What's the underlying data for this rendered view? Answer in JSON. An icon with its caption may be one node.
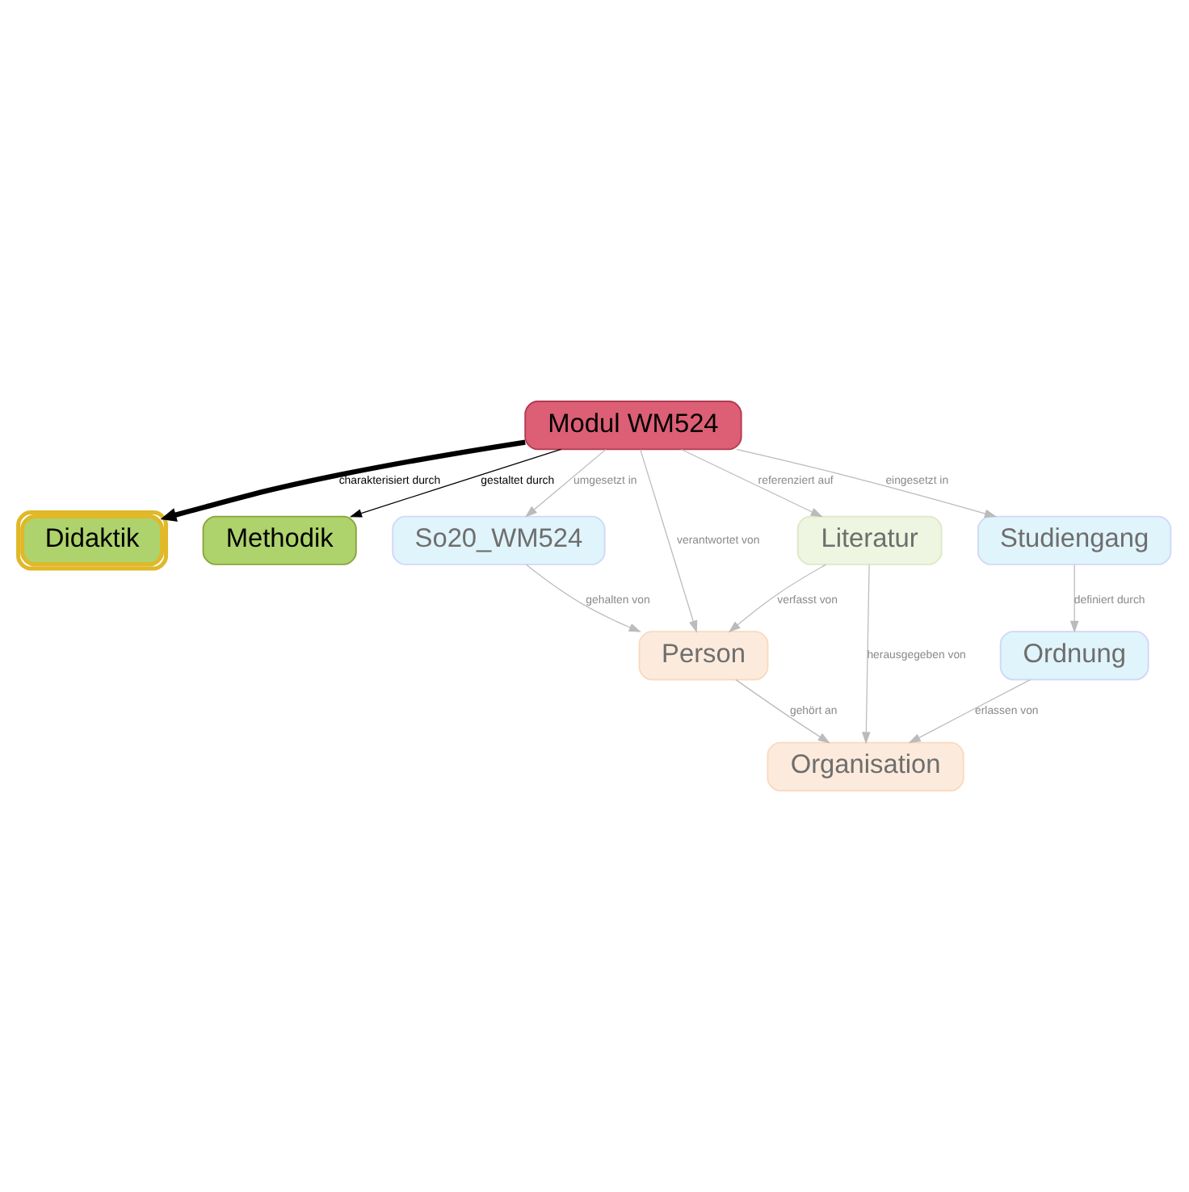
{
  "diagram": {
    "nodes": [
      {
        "text": [
          "Didaktik"
        ]
      },
      {
        "text": [
          "Methodik"
        ]
      },
      {
        "text": [
          "So20_WM524"
        ]
      },
      {
        "text": [
          "Person"
        ]
      },
      {
        "text": [
          "Modul WM524"
        ]
      },
      {
        "text": [
          "Studiengang"
        ]
      },
      {
        "text": [
          "Literatur"
        ]
      },
      {
        "text": [
          "Ordnung"
        ]
      },
      {
        "text": [
          "Organisation"
        ]
      }
    ],
    "edges": [
      {
        "from": 4,
        "to": 0,
        "arrow": "to",
        "label": "charakterisiert durch",
        "style": "thick",
        "color": "#000000"
      },
      {
        "from": 4,
        "to": 1,
        "arrow": "to",
        "label": "gestaltet durch",
        "color": "#000000"
      },
      {
        "from": 4,
        "to": 2,
        "arrow": "to",
        "label": "umgesetzt in"
      },
      {
        "from": 2,
        "to": 3,
        "arrow": "to",
        "label": "gehalten von"
      },
      {
        "from": 4,
        "to": 3,
        "arrow": "to",
        "label": "verantwortet von"
      },
      {
        "from": 4,
        "to": 5,
        "arrow": "to",
        "label": "eingesetzt in"
      },
      {
        "from": 4,
        "to": 6,
        "arrow": "to",
        "label": "referenziert auf"
      },
      {
        "from": 6,
        "to": 3,
        "arrow": "to",
        "label": "verfasst von"
      },
      {
        "from": 3,
        "to": 8,
        "arrow": "to",
        "label": "gehört an"
      },
      {
        "from": 6,
        "to": 8,
        "arrow": "to",
        "label": "herausgegeben von"
      },
      {
        "from": 5,
        "to": 7,
        "arrow": "to",
        "label": "definiert durch"
      },
      {
        "from": 7,
        "to": 8,
        "arrow": "to",
        "label": "erlassen von"
      }
    ]
  }
}
